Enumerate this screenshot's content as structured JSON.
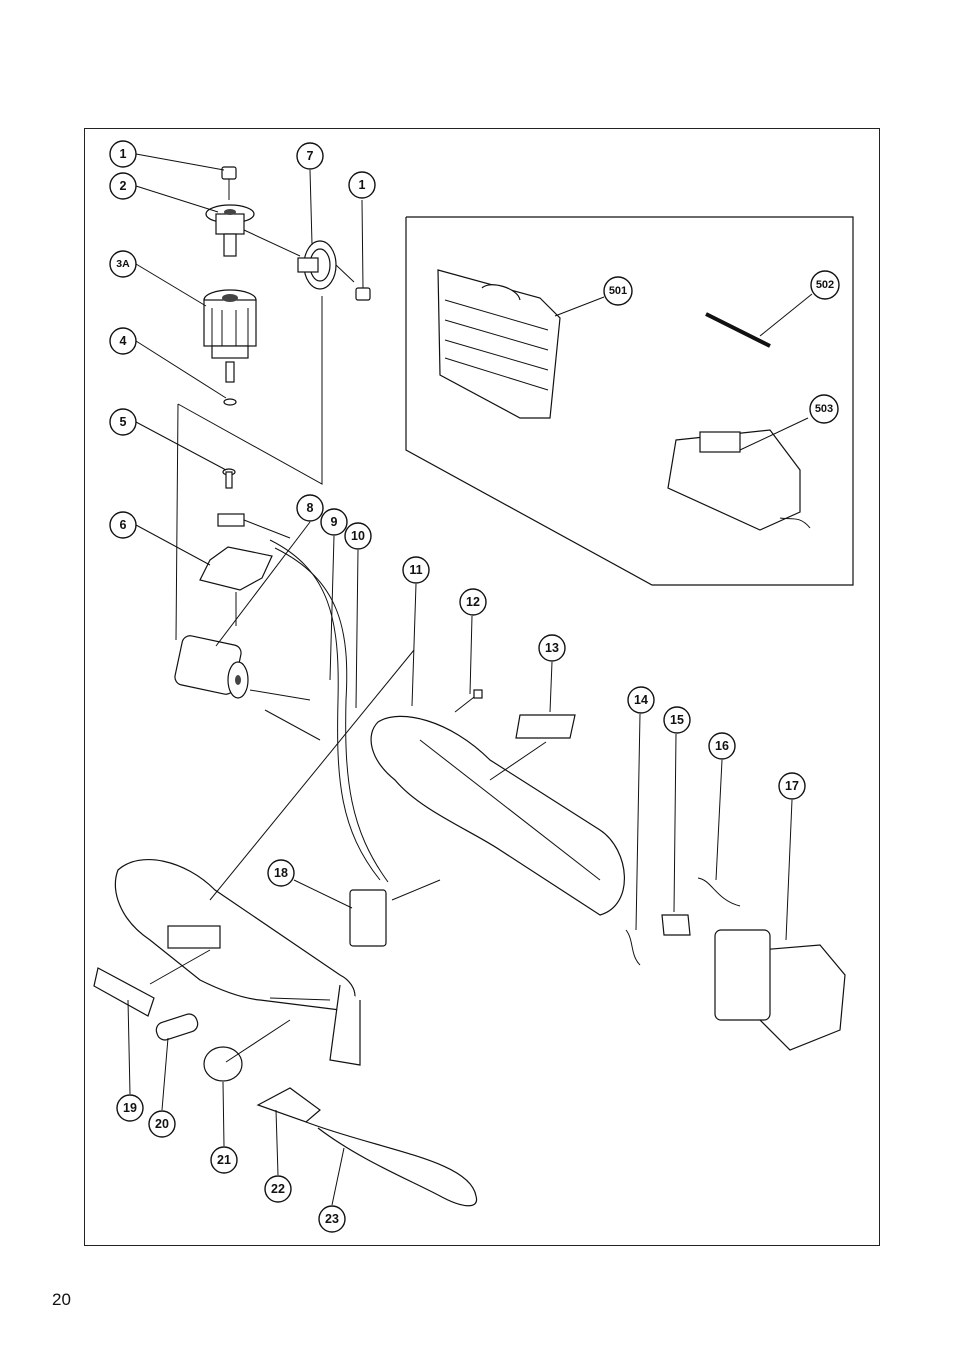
{
  "page_number": "20",
  "callouts": {
    "c1a": "1",
    "c2": "2",
    "c3a": "3A",
    "c4": "4",
    "c5": "5",
    "c6": "6",
    "c7": "7",
    "c1b": "1",
    "c8": "8",
    "c9": "9",
    "c10": "10",
    "c11": "11",
    "c12": "12",
    "c13": "13",
    "c14": "14",
    "c15": "15",
    "c16": "16",
    "c17": "17",
    "c18": "18",
    "c19": "19",
    "c20": "20",
    "c21": "21",
    "c22": "22",
    "c23": "23",
    "c501": "501",
    "c502": "502",
    "c503": "503"
  }
}
